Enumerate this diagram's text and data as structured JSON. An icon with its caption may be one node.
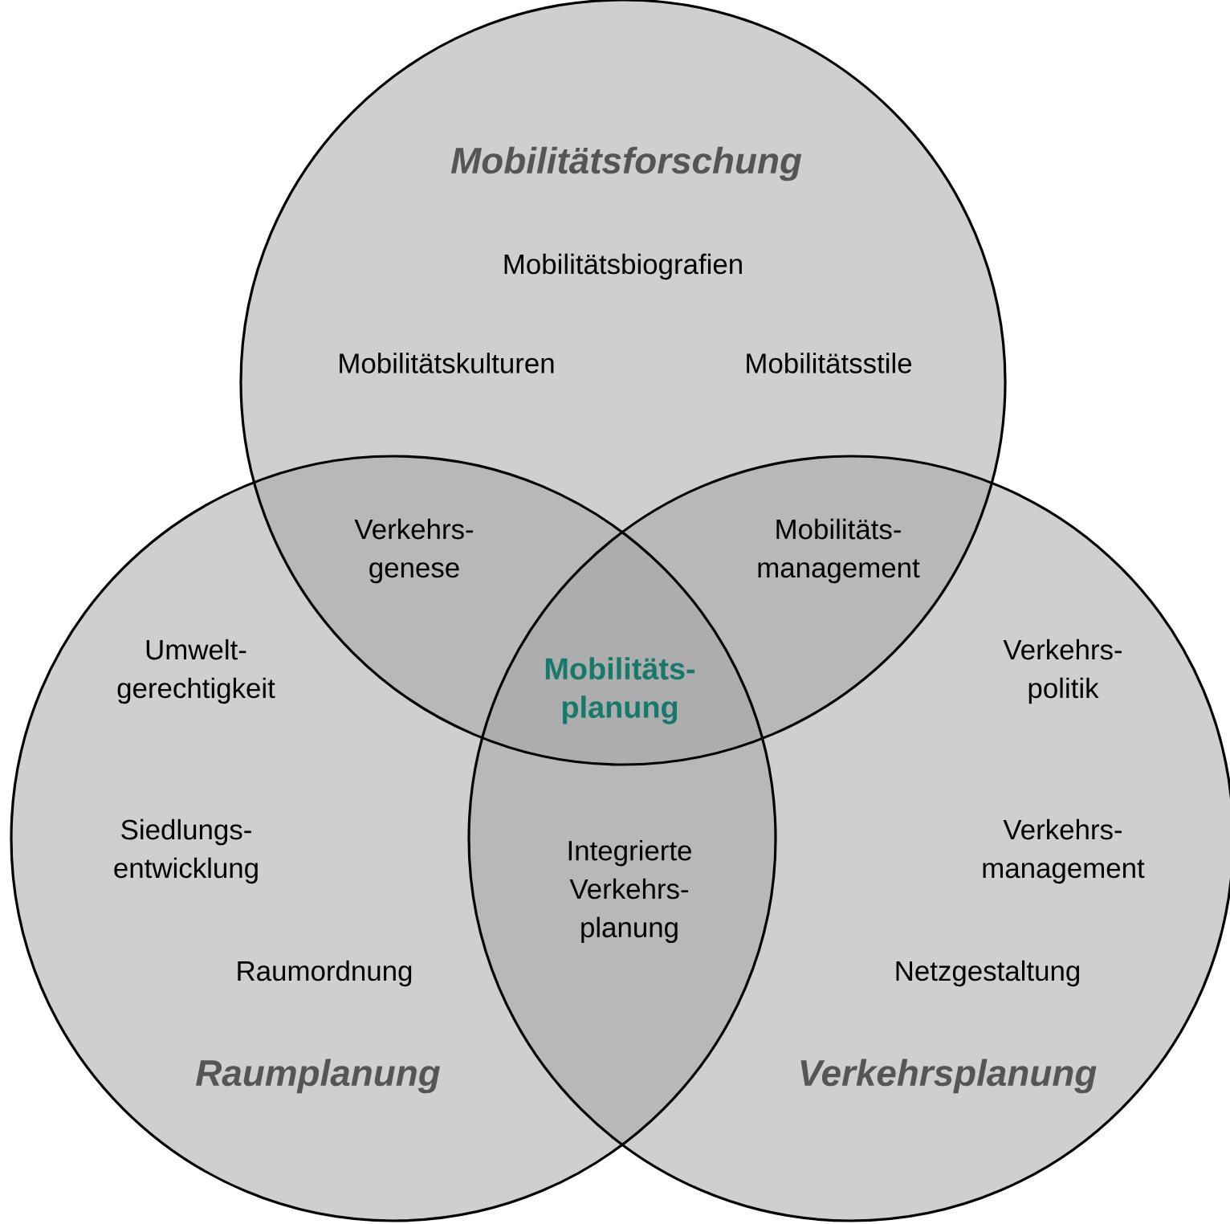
{
  "diagram": {
    "nodes": [
      {
        "text": [
          "Mobilitätsforschung",
          "Mobilitätsbiografien",
          "Mobilitätskulturen",
          "Mobilitätsstile"
        ]
      },
      {
        "text": [
          "Umwelt- gerechtigkeit",
          "Siedlungs- entwicklung",
          "Raumordnung",
          "Raumplanung"
        ]
      },
      {
        "text": [
          "Verkehrs- politik",
          "Verkehrs- management",
          "Netzgestaltung",
          "Verkehrsplanung"
        ]
      }
    ],
    "labels": [
      "Verkehrs- genese",
      "Mobilitäts- management",
      "Mobilitäts- planung",
      "Integrierte Verkehrs- planung"
    ]
  }
}
